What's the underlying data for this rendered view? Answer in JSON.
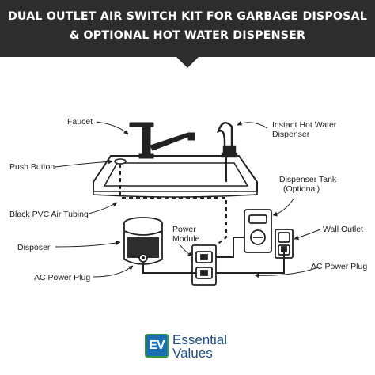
{
  "header": {
    "line1": "DUAL OUTLET AIR SWITCH KIT FOR GARBAGE DISPOSAL",
    "line2": "& OPTIONAL HOT WATER DISPENSER"
  },
  "labels": {
    "faucet": "Faucet",
    "push_button": "Push Button",
    "air_tubing": "Black PVC Air Tubing",
    "disposer": "Disposer",
    "ac_plug_left": "AC Power Plug",
    "power_module_l1": "Power",
    "power_module_l2": "Module",
    "instant_l1": "Instant Hot Water",
    "instant_l2": "Dispenser",
    "tank_l1": "Dispenser Tank",
    "tank_l2": "(Optional)",
    "wall_outlet": "Wall Outlet",
    "ac_plug_right": "AC Power Plug"
  },
  "logo": {
    "mark": "EV",
    "line1": "Essential",
    "line2": "Values"
  },
  "colors": {
    "banner": "#2d2d2d",
    "logo_blue": "#1a6cb5",
    "logo_green": "#2e9b3f"
  }
}
